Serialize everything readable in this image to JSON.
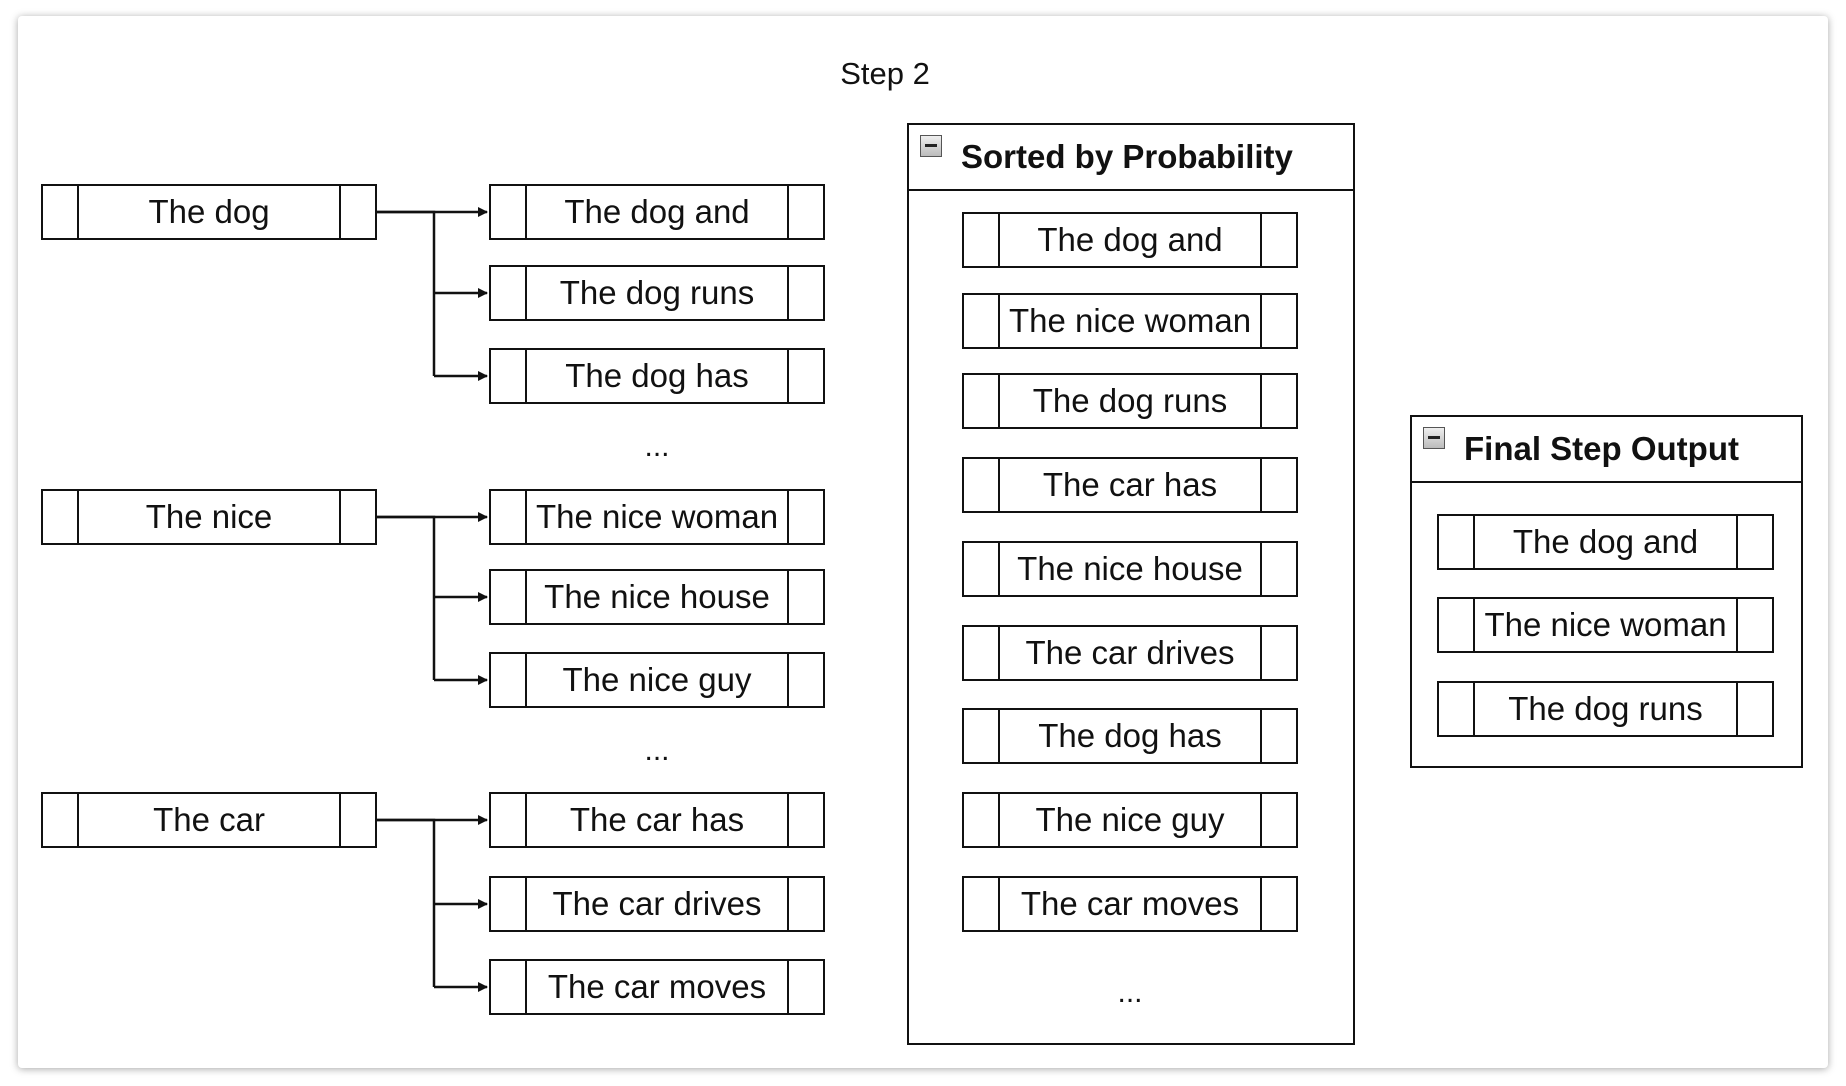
{
  "title": "Step 2",
  "groups": [
    {
      "source": "The dog",
      "children": [
        "The dog and",
        "The dog runs",
        "The dog has"
      ]
    },
    {
      "source": "The nice",
      "children": [
        "The nice woman",
        "The nice house",
        "The nice guy"
      ]
    },
    {
      "source": "The car",
      "children": [
        "The car has",
        "The car drives",
        "The car moves"
      ]
    }
  ],
  "ellipsis": "...",
  "sorted_panel": {
    "title": "Sorted by Probability",
    "items": [
      "The dog and",
      "The nice woman",
      "The dog runs",
      "The car has",
      "The nice house",
      "The car drives",
      "The dog has",
      "The nice guy",
      "The car moves"
    ],
    "ellipsis": "..."
  },
  "final_panel": {
    "title": "Final Step Output",
    "items": [
      "The dog and",
      "The nice woman",
      "The dog runs"
    ]
  }
}
